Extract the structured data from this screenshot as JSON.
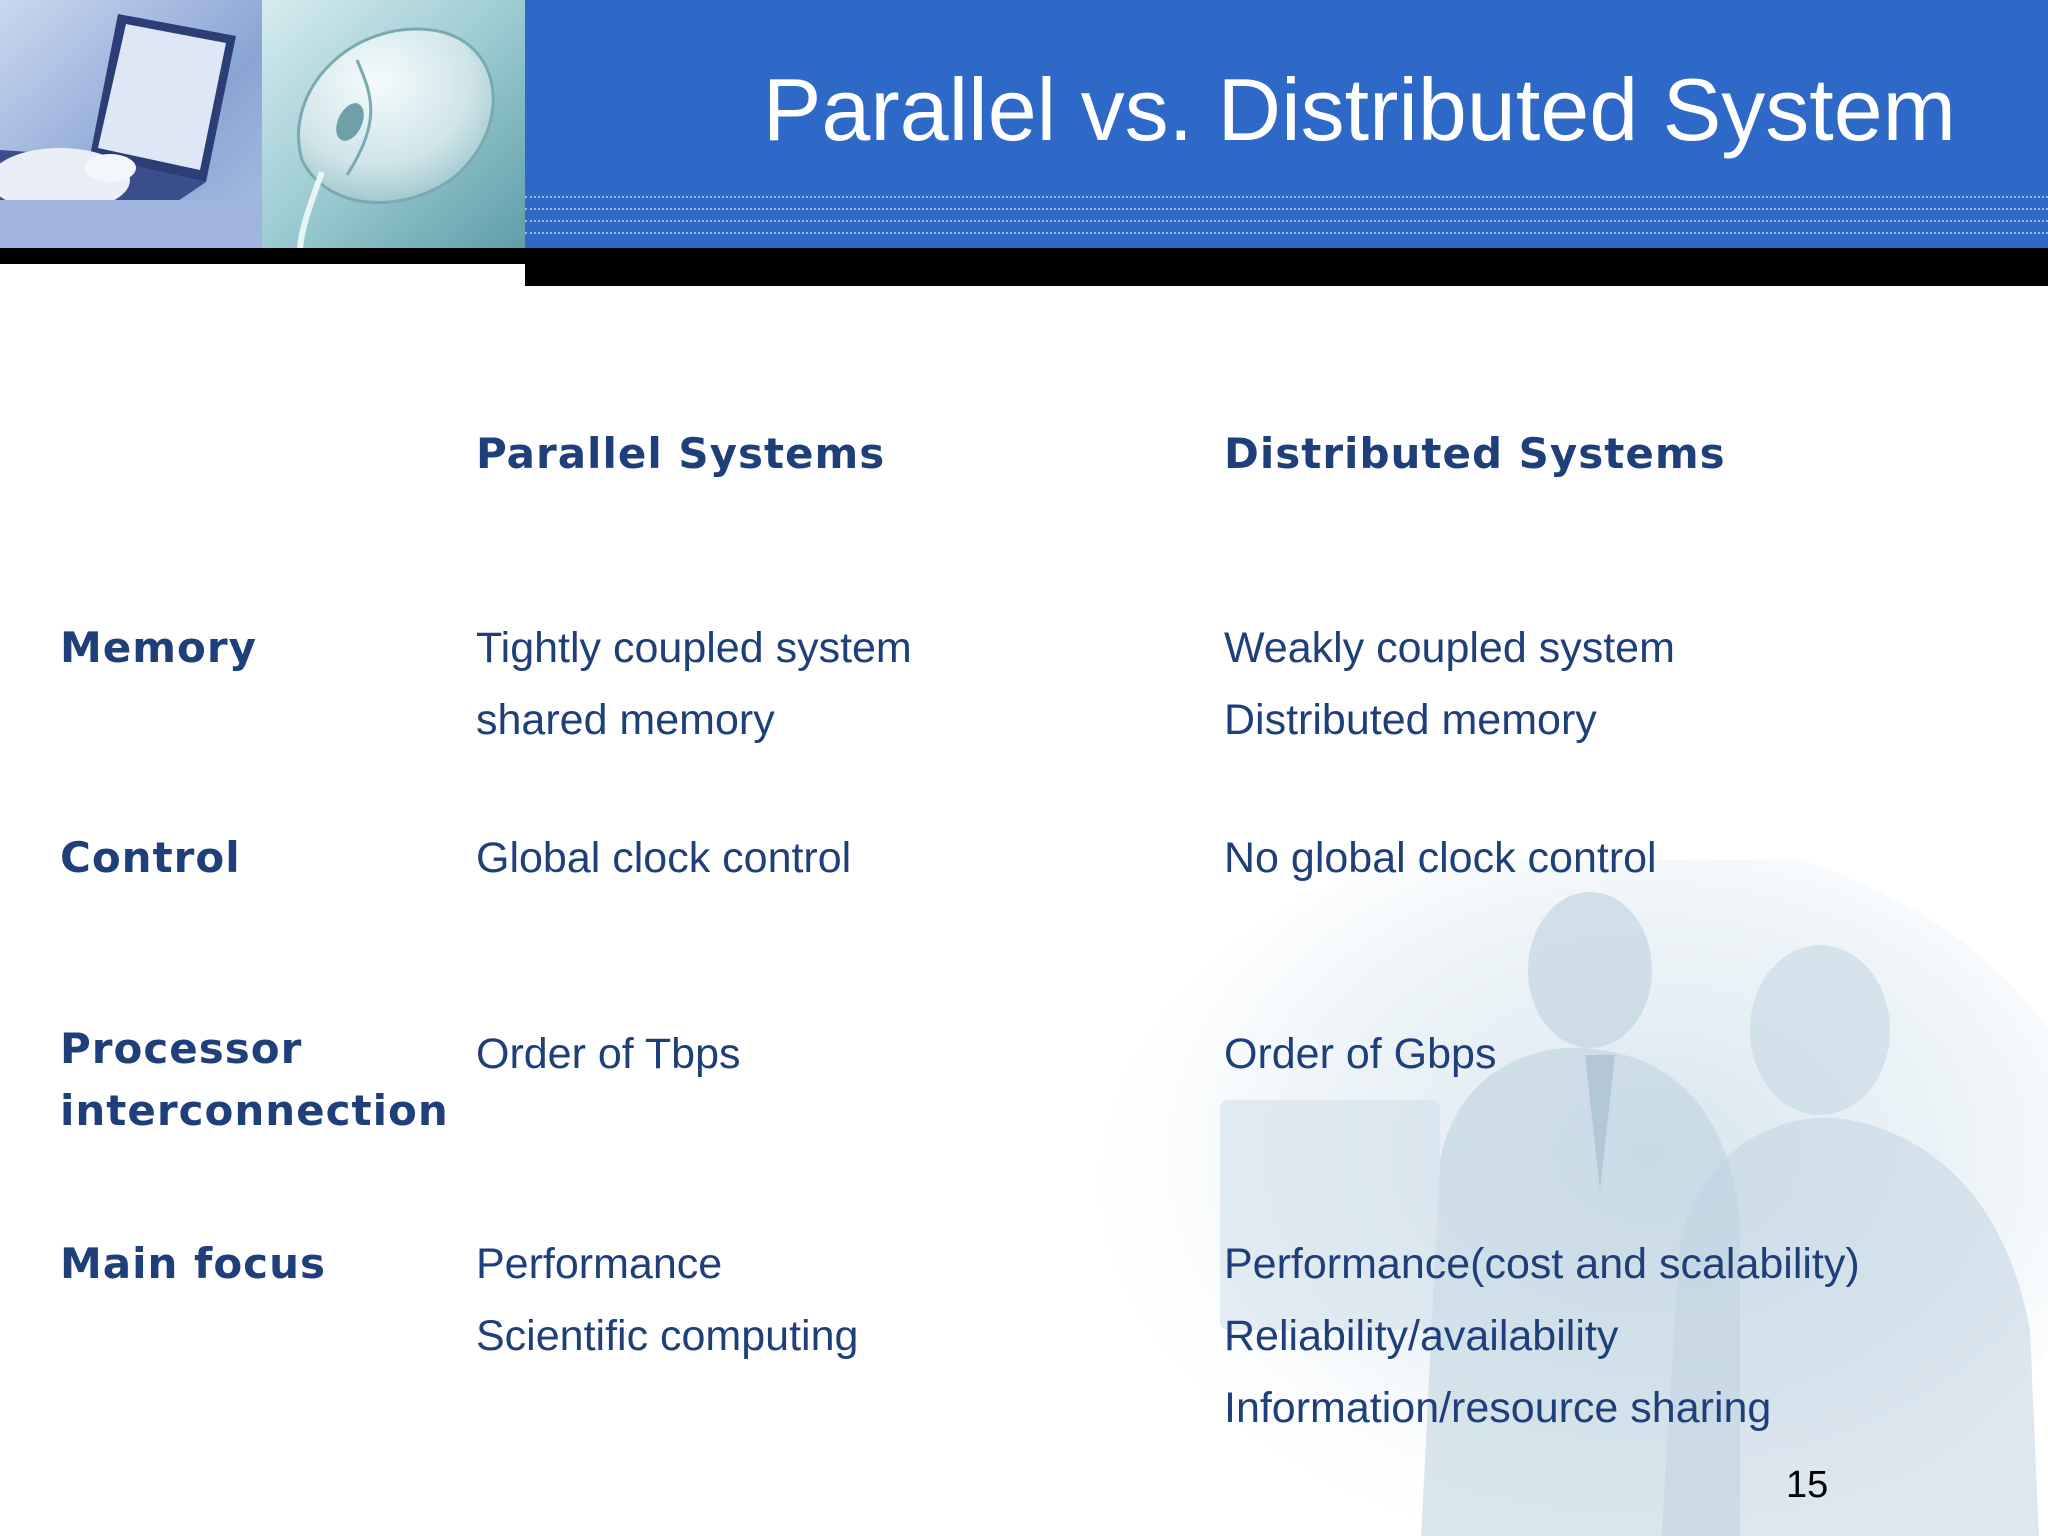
{
  "slide": {
    "title": "Parallel vs. Distributed System",
    "page_number": "15"
  },
  "table": {
    "column_headers": [
      "Parallel Systems",
      "Distributed Systems"
    ],
    "rows": [
      {
        "label": [
          "Memory"
        ],
        "parallel": [
          "Tightly coupled system",
          "shared memory"
        ],
        "distributed": [
          "Weakly coupled system",
          "Distributed memory"
        ]
      },
      {
        "label": [
          "Control"
        ],
        "parallel": [
          "Global clock control"
        ],
        "distributed": [
          "No global clock control"
        ]
      },
      {
        "label": [
          "Processor",
          "interconnection"
        ],
        "parallel": [
          "Order of Tbps"
        ],
        "distributed": [
          "Order of Gbps"
        ]
      },
      {
        "label": [
          "Main focus"
        ],
        "parallel": [
          "Performance",
          "Scientific computing"
        ],
        "distributed": [
          "Performance(cost and scalability)",
          "Reliability/availability",
          "Information/resource sharing"
        ]
      }
    ]
  },
  "colors": {
    "title_band": "#2f69c7",
    "text": "#1f3f7a",
    "title_text": "#ffffff"
  },
  "images": {
    "header_left": "laptop-photo",
    "header_right": "computer-mouse-photo",
    "background": "business-people-watermark"
  }
}
